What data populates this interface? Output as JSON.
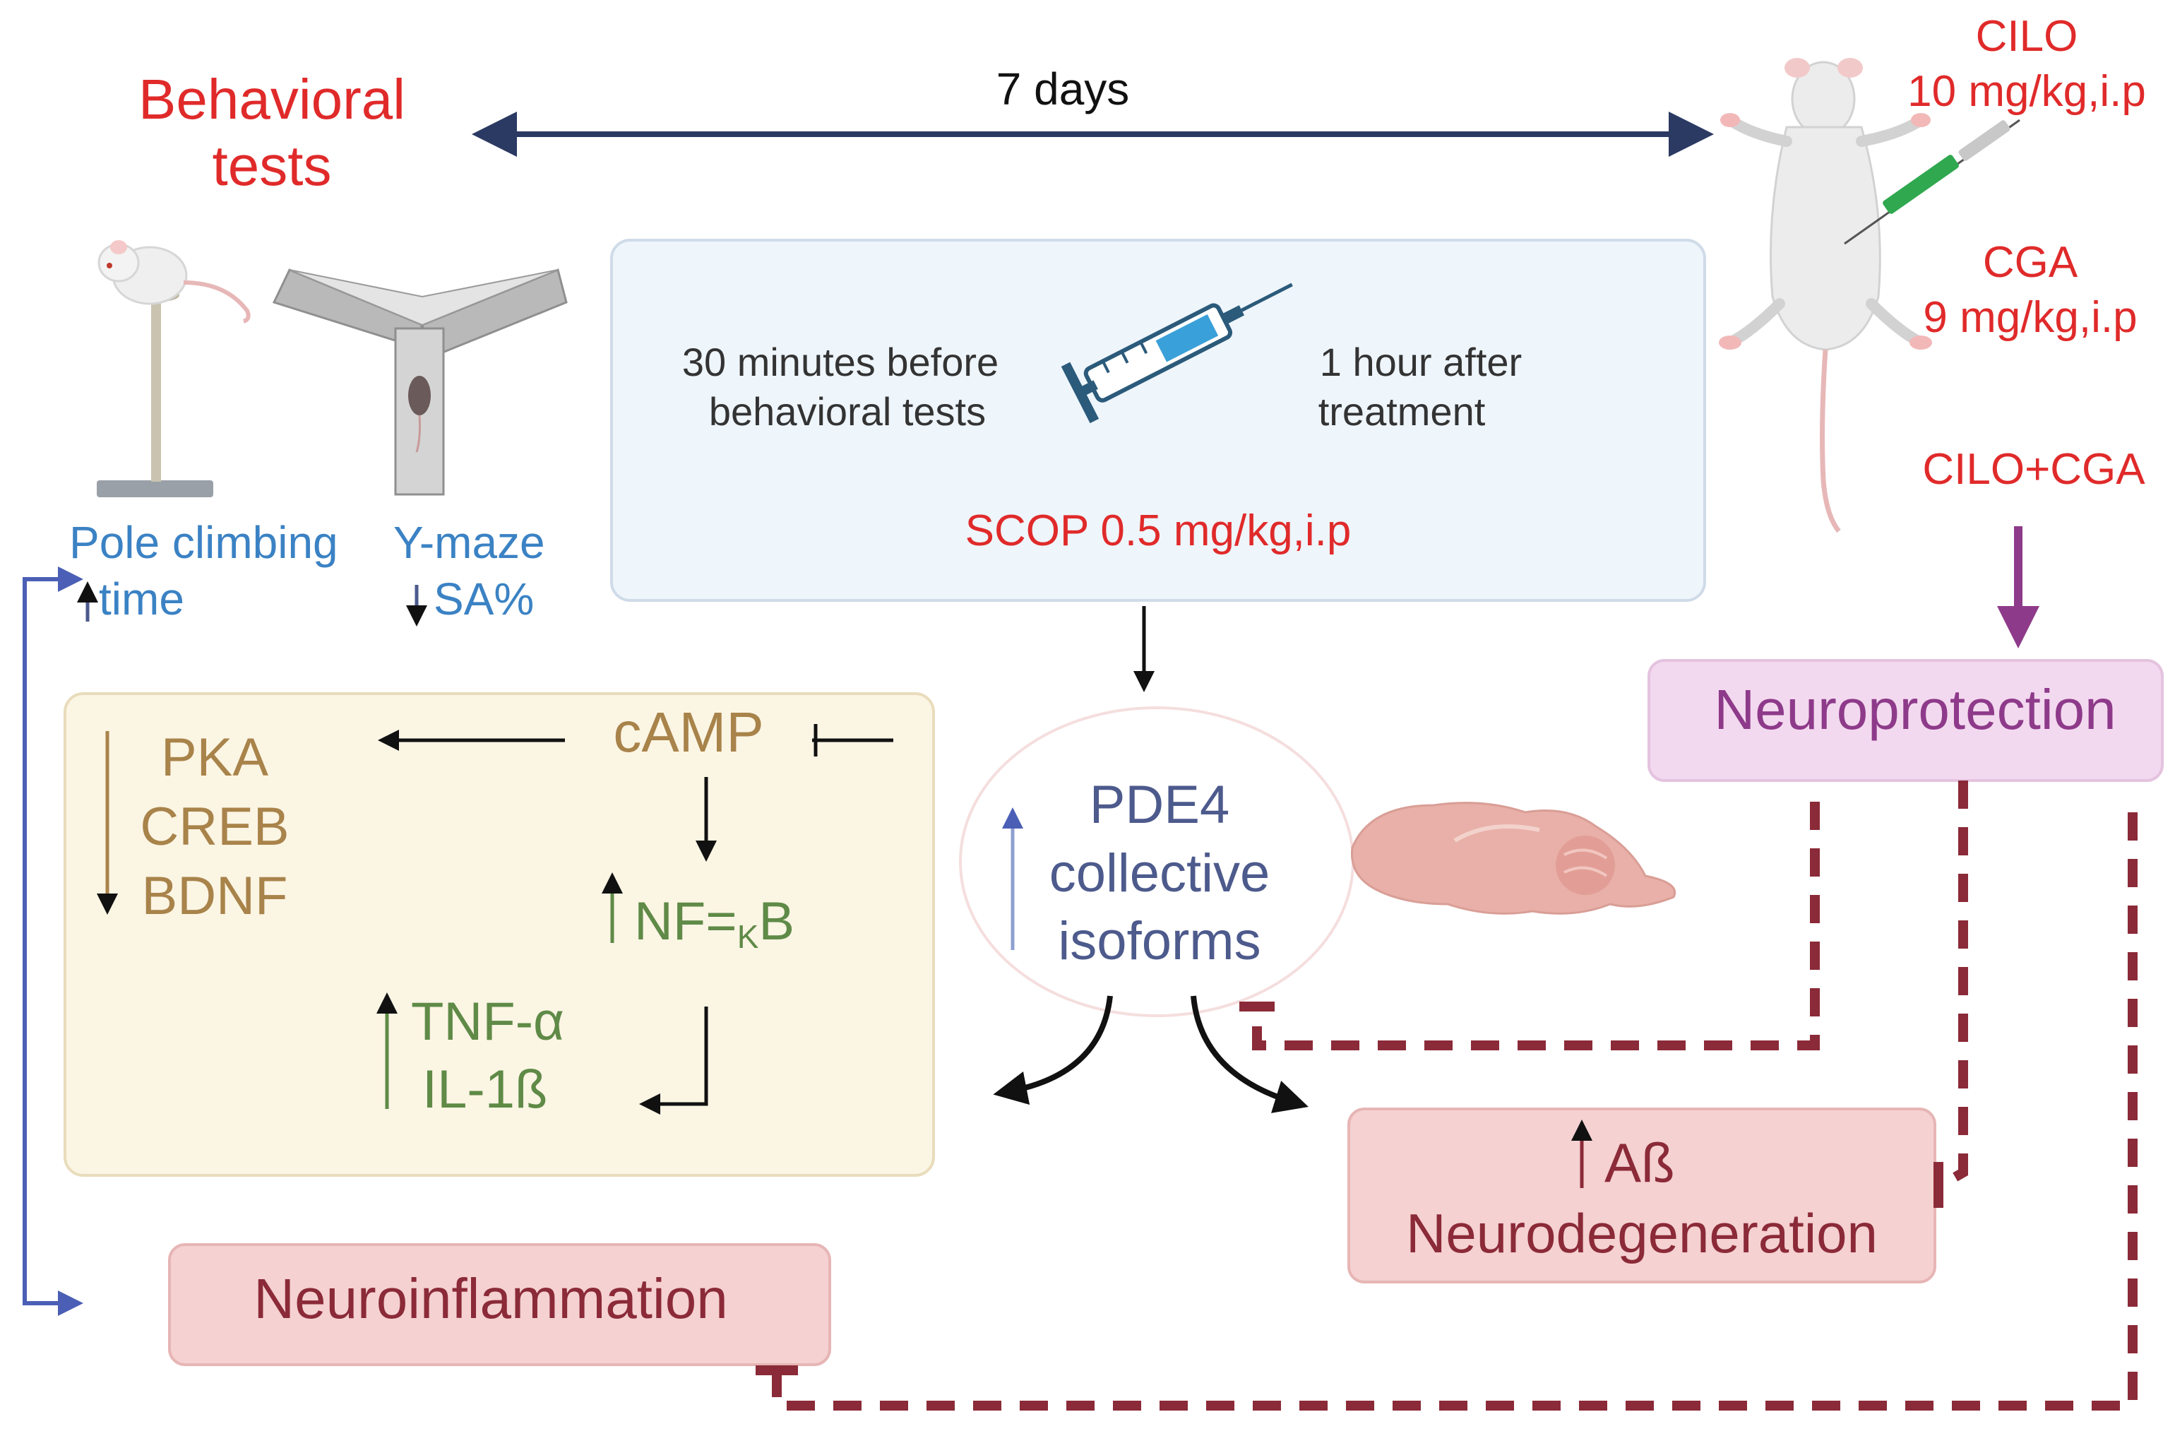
{
  "header": {
    "behavioral_line1": "Behavioral",
    "behavioral_line2": "tests",
    "duration": "7 days"
  },
  "drugs": {
    "cilo_name": "CILO",
    "cilo_dose": "10 mg/kg,i.p",
    "cga_name": "CGA",
    "cga_dose": "9 mg/kg,i.p",
    "combo": "CILO+CGA"
  },
  "tests": {
    "pole_line1": "Pole climbing",
    "pole_line2": "time",
    "ymaze_line1": "Y-maze",
    "ymaze_line2": "SA%"
  },
  "scop_box": {
    "before_line1": "30 minutes before",
    "before_line2": "behavioral tests",
    "after_line1": "1 hour after",
    "after_line2": "treatment",
    "scop": "SCOP 0.5 mg/kg,i.p"
  },
  "pathway": {
    "pka": "PKA",
    "creb": "CREB",
    "bdnf": "BDNF",
    "camp": "cAMP",
    "nfkb_main": "NF=",
    "nfkb_sub": "K",
    "nfkb_end": "B",
    "tnf": "TNF-α",
    "il1": "IL-1ß"
  },
  "pde4": {
    "line1": "PDE4",
    "line2": "collective",
    "line3": "isoforms"
  },
  "outcomes": {
    "neuroprotection": "Neuroprotection",
    "abeta": "Aß",
    "neurodegeneration": "Neurodegeneration",
    "neuroinflammation": "Neuroinflammation"
  },
  "colors": {
    "red_text": "#e02a2a",
    "blue_text": "#3b82c4",
    "navy_arrow": "#2b3a63",
    "gold_text": "#a8834a",
    "green_text": "#5f8a47",
    "purple_text": "#8e3a8a",
    "slate_text": "#4d5a8c",
    "dark_red_dash": "#8b2a38",
    "pathway_bg": "#fbf5e4",
    "scop_bg": "#eef5fb",
    "neuroprotection_bg": "#f3d9ef",
    "pink_box_bg": "#f5d1d1"
  }
}
